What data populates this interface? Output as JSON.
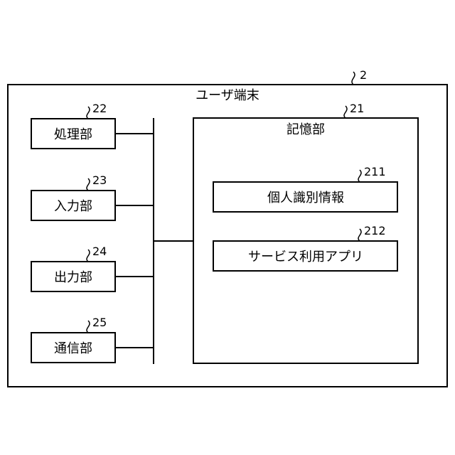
{
  "terminal": {
    "ref": "2",
    "title": "ユーザ端末"
  },
  "units": [
    {
      "ref": "22",
      "label": "処理部"
    },
    {
      "ref": "23",
      "label": "入力部"
    },
    {
      "ref": "24",
      "label": "出力部"
    },
    {
      "ref": "25",
      "label": "通信部"
    }
  ],
  "storage": {
    "ref": "21",
    "title": "記憶部",
    "items": [
      {
        "ref": "211",
        "label": "個人識別情報"
      },
      {
        "ref": "212",
        "label": "サービス利用アプリ"
      }
    ]
  }
}
